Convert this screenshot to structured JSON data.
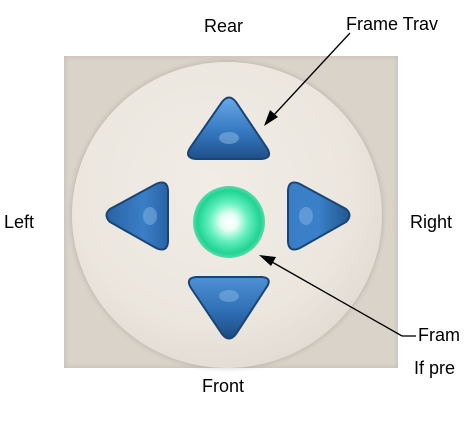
{
  "labels": {
    "rear": "Rear",
    "left": "Left",
    "right": "Right",
    "front": "Front"
  },
  "callouts": {
    "frame_travel": "Frame Trav",
    "frame": "Fram",
    "if_pressed": "If pre"
  },
  "colors": {
    "button_blue": "#2f6fb3",
    "button_highlight": "#5a9be0",
    "indicator_green": "#2bdc9e",
    "dial": "#ebe6de",
    "plate": "#d9d3c9"
  },
  "icons": {
    "up": "arrow-up-icon",
    "down": "arrow-down-icon",
    "left": "arrow-left-icon",
    "right": "arrow-right-icon",
    "center": "indicator-light"
  }
}
